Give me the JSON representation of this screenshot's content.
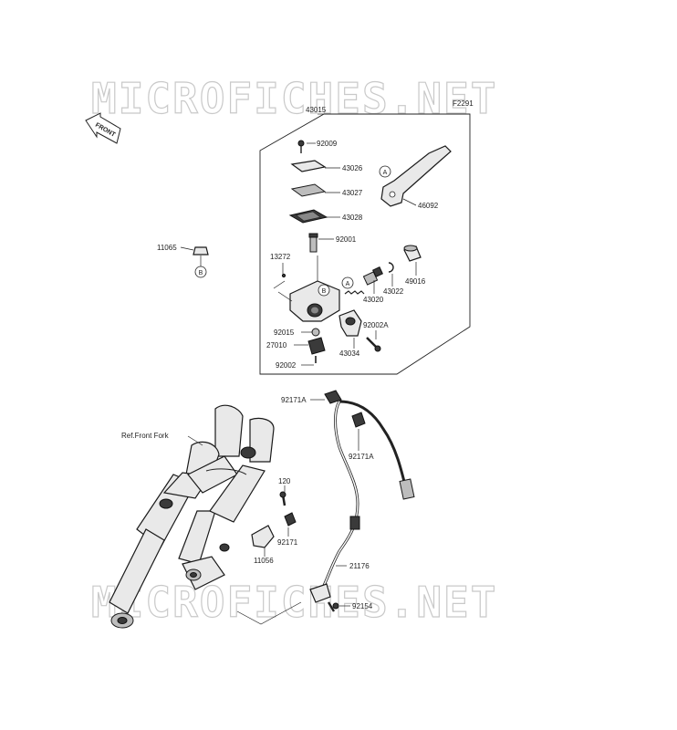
{
  "watermark": {
    "top": "MICROFICHES.NET",
    "bottom": "MICROFICHES.NET"
  },
  "figure_code": "F2291",
  "front_arrow_label": "FRONT",
  "ref_label": "Ref.Front Fork",
  "callouts": {
    "a": "A",
    "b": "B"
  },
  "parts": [
    {
      "id": "p43015",
      "number": "43015"
    },
    {
      "id": "p92009",
      "number": "92009"
    },
    {
      "id": "p43026",
      "number": "43026"
    },
    {
      "id": "p43027",
      "number": "43027"
    },
    {
      "id": "p43028",
      "number": "43028"
    },
    {
      "id": "p46092",
      "number": "46092"
    },
    {
      "id": "p11065",
      "number": "11065"
    },
    {
      "id": "p13272",
      "number": "13272"
    },
    {
      "id": "p92001",
      "number": "92001"
    },
    {
      "id": "p43022",
      "number": "43022"
    },
    {
      "id": "p49016",
      "number": "49016"
    },
    {
      "id": "p43020",
      "number": "43020"
    },
    {
      "id": "p92002A",
      "number": "92002A"
    },
    {
      "id": "p92015",
      "number": "92015"
    },
    {
      "id": "p27010",
      "number": "27010"
    },
    {
      "id": "p43034",
      "number": "43034"
    },
    {
      "id": "p92002",
      "number": "92002"
    },
    {
      "id": "p92171A_1",
      "number": "92171A"
    },
    {
      "id": "p92171A_2",
      "number": "92171A"
    },
    {
      "id": "p120",
      "number": "120"
    },
    {
      "id": "p92171",
      "number": "92171"
    },
    {
      "id": "p11056",
      "number": "11056"
    },
    {
      "id": "p21176",
      "number": "21176"
    },
    {
      "id": "p92154",
      "number": "92154"
    }
  ]
}
